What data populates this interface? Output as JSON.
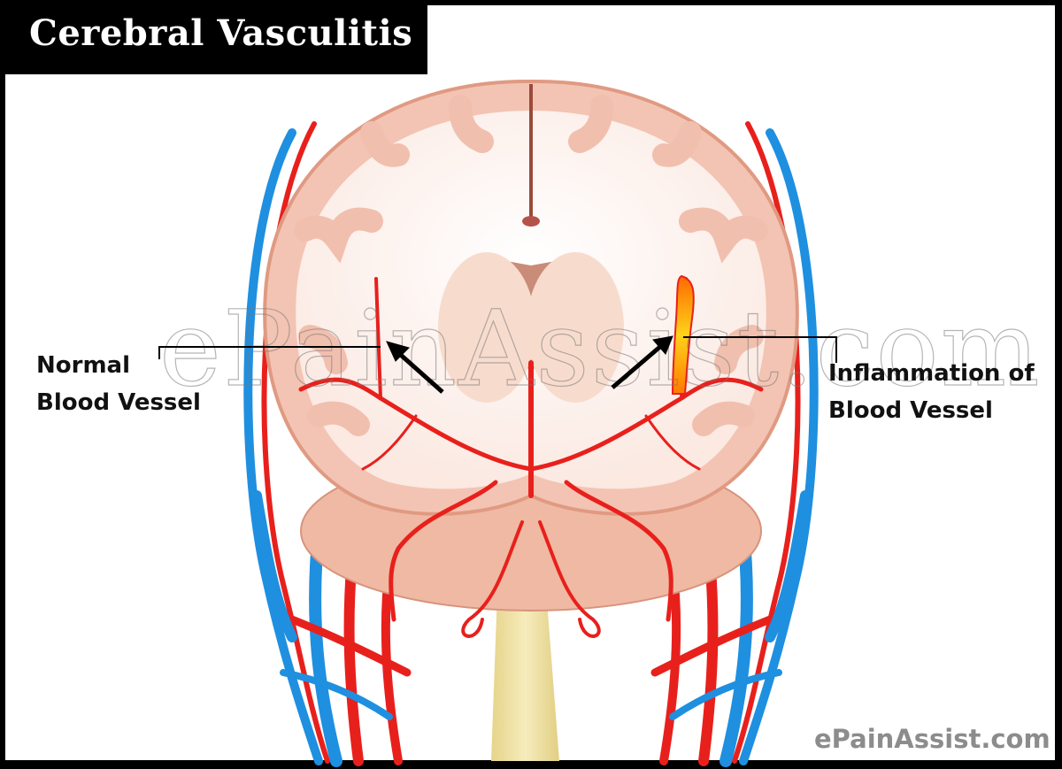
{
  "title": "Cerebral Vasculitis",
  "labels": {
    "left": {
      "line1": "Normal",
      "line2": "Blood Vessel"
    },
    "right": {
      "line1": "Inflammation of",
      "line2": "Blood Vessel"
    }
  },
  "watermark": "ePainAssist.com",
  "logo": "ePainAssist.com",
  "colors": {
    "artery": "#e8201c",
    "vein": "#1f8fe0",
    "brain_cortex": "#f2c2b4",
    "white_matter": "#fbeee8",
    "spinal_cord": "#efe3a6",
    "inflammation": "#ff9a1a",
    "frame": "#000000",
    "background": "#ffffff"
  },
  "illustration": {
    "subject": "Coronal section of brain with cerebral and neck blood vessels",
    "highlight": "Inflamed vessel in right hemisphere"
  }
}
